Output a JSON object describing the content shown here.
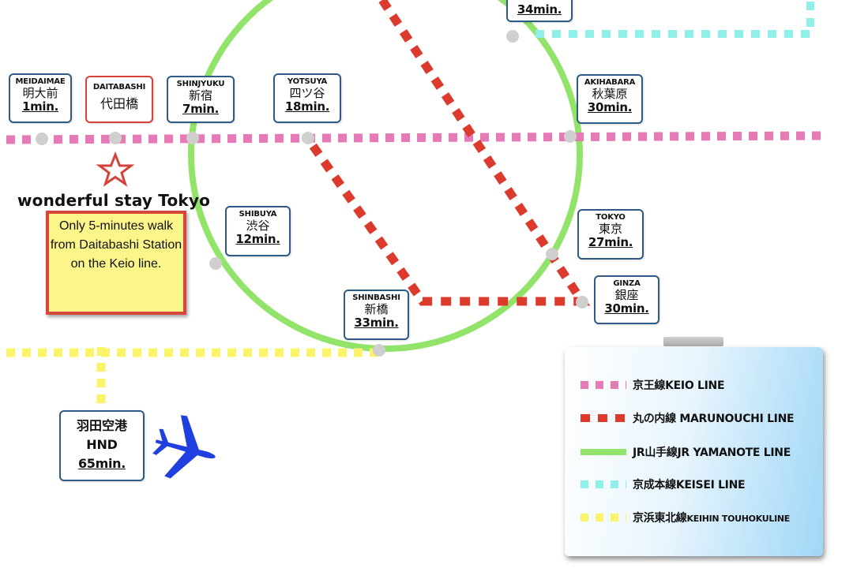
{
  "colors": {
    "keio": "#e57ab6",
    "marunouchi": "#dc3a2c",
    "yamanote": "#92e36a",
    "keisei": "#8ff0ea",
    "keihin": "#fbf46a",
    "station_dot": "#cfcfcf",
    "plane": "#1f3fe0",
    "home_star": "#d6423a"
  },
  "stations": {
    "meidaimae": {
      "en": "MEIDAIMAE",
      "jp": "明大前",
      "time": "1min."
    },
    "daitabashi": {
      "en": "DAITABASHI",
      "jp": "代田橋"
    },
    "shinjyuku": {
      "en": "SHINJYUKU",
      "jp": "新宿",
      "time": "7min."
    },
    "yotsuya": {
      "en": "YOTSUYA",
      "jp": "四ツ谷",
      "time": "18min."
    },
    "akihabara": {
      "en": "AKIHABARA",
      "jp": "秋葉原",
      "time": "30min."
    },
    "shibuya": {
      "en": "SHIBUYA",
      "jp": "渋谷",
      "time": "12min."
    },
    "tokyo": {
      "en": "TOKYO",
      "jp": "東京",
      "time": "27min."
    },
    "ginza": {
      "en": "GINZA",
      "jp": "銀座",
      "time": "30min."
    },
    "shinbashi": {
      "en": "SHINBASHI",
      "jp": "新橋",
      "time": "33min."
    },
    "top_partial": {
      "time": "34min."
    },
    "haneda": {
      "jp": "羽田空港",
      "code": "HND",
      "time": "65min."
    }
  },
  "hotel": {
    "title": "wonderful stay Tokyo",
    "note": "Only 5-minutes walk from Daitabashi Station on the Keio line."
  },
  "legend": {
    "keio": {
      "jp": "京王線",
      "en": "KEIO LINE"
    },
    "marunouchi": {
      "jp": "丸の内線",
      "en": "MARUNOUCHI LINE"
    },
    "yamanote": {
      "jp": "JR山手線",
      "en": "JR YAMANOTE LINE"
    },
    "keisei": {
      "jp": "京成本線",
      "en": "KEISEI LINE"
    },
    "keihin": {
      "jp": "京浜東北線",
      "en": "KEIHIN TOUHOKULINE"
    }
  },
  "icons": {
    "home": "star-icon",
    "airport": "airplane-icon"
  }
}
